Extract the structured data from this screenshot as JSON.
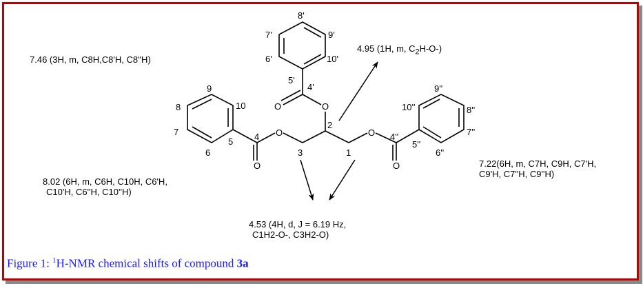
{
  "figure": {
    "caption_prefix": "Figure 1: ",
    "caption_sup": "1",
    "caption_text": "H-NMR chemical shifts of compound ",
    "caption_compound": "3a"
  },
  "atoms": {
    "a8p": "8'",
    "a7p": "7'",
    "a9p": "9'",
    "a6p": "6'",
    "a10p": "10'",
    "a5p": "5'",
    "a4p": "4'",
    "a9": "9",
    "a8": "8",
    "a10": "10",
    "a7": "7",
    "a6": "6",
    "a5": "5",
    "a4": "4",
    "a3": "3",
    "a2": "2",
    "a1": "1",
    "a9pp": "9''",
    "a10pp": "10''",
    "a8pp": "8''",
    "a7pp": "7''",
    "a6pp": "6''",
    "a5pp": "5''",
    "a4pp": "4''",
    "o": "O"
  },
  "shifts": {
    "s746": "7.46 (3H, m, C8H,C8'H, C8''H)",
    "s495_a": "4.95 (1H, m, C",
    "s495_sub": "2",
    "s495_b": "H-O-)",
    "s802_l1": "8.02 (6H, m, C6H, C10H, C6'H,",
    "s802_l2": "C10'H, C6''H, C10''H)",
    "s722_l1": "7.22(6H, m, C7H, C9H, C7'H,",
    "s722_l2": "C9'H, C7''H, C9''H)",
    "s453_l1": "4.53 (4H, d, J = 6.19 Hz,",
    "s453_l2": "C1H2-O-, C3H2-O)"
  },
  "colors": {
    "border": "#c00000",
    "caption": "#1a1aff"
  }
}
